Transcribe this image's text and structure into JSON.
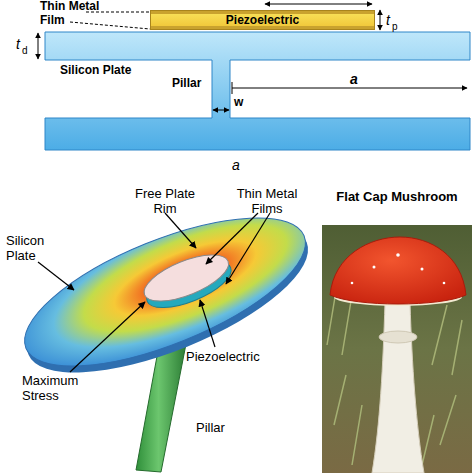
{
  "diagram": {
    "nodes": [
      {
        "text": [
          "Piezoelectric"
        ]
      },
      {
        "text": [
          "Flat Cap Mushroom"
        ]
      }
    ],
    "labels": [
      "Thin Metal Film",
      "t",
      "p",
      "t",
      "d",
      "Silicon Plate",
      "Pillar",
      "w",
      "a",
      "a",
      "Free Plate Rim",
      "Thin Metal Films",
      "Silicon Plate",
      "Piezoelectric",
      "Maximum Stress",
      "Pillar"
    ]
  }
}
